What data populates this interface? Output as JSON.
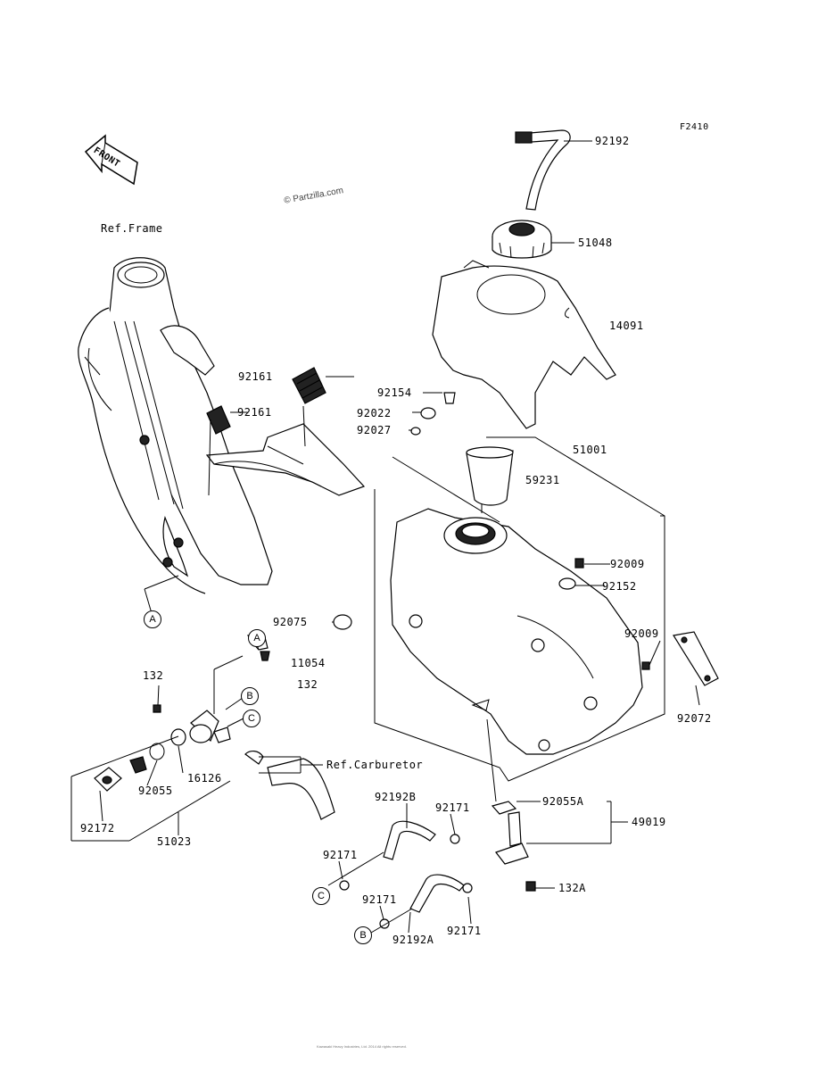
{
  "diagram": {
    "code": "F2410",
    "credit": "© Partzilla.com",
    "front_badge": "FRONT",
    "ref_labels": {
      "frame": "Ref.Frame",
      "carburetor": "Ref.Carburetor"
    },
    "circle_markers": [
      "A",
      "A",
      "B",
      "B",
      "C",
      "C"
    ],
    "footer_note": "Kawasaki Heavy Industries, Ltd. 2014 All rights reserved."
  },
  "parts": [
    {
      "id": "p-92192",
      "label": "92192"
    },
    {
      "id": "p-51048",
      "label": "51048"
    },
    {
      "id": "p-14091",
      "label": "14091"
    },
    {
      "id": "p-92161a",
      "label": "92161"
    },
    {
      "id": "p-92161b",
      "label": "92161"
    },
    {
      "id": "p-92154",
      "label": "92154"
    },
    {
      "id": "p-92022",
      "label": "92022"
    },
    {
      "id": "p-92027",
      "label": "92027"
    },
    {
      "id": "p-51001",
      "label": "51001"
    },
    {
      "id": "p-59231",
      "label": "59231"
    },
    {
      "id": "p-92009a",
      "label": "92009"
    },
    {
      "id": "p-92152",
      "label": "92152"
    },
    {
      "id": "p-92075",
      "label": "92075"
    },
    {
      "id": "p-92009b",
      "label": "92009"
    },
    {
      "id": "p-92072",
      "label": "92072"
    },
    {
      "id": "p-11054",
      "label": "11054"
    },
    {
      "id": "p-132a",
      "label": "132"
    },
    {
      "id": "p-132b",
      "label": "132"
    },
    {
      "id": "p-16126",
      "label": "16126"
    },
    {
      "id": "p-92055",
      "label": "92055"
    },
    {
      "id": "p-92172",
      "label": "92172"
    },
    {
      "id": "p-51023",
      "label": "51023"
    },
    {
      "id": "p-92192b",
      "label": "92192B"
    },
    {
      "id": "p-92171a",
      "label": "92171"
    },
    {
      "id": "p-92055a",
      "label": "92055A"
    },
    {
      "id": "p-49019",
      "label": "49019"
    },
    {
      "id": "p-92171b",
      "label": "92171"
    },
    {
      "id": "p-92171c",
      "label": "92171"
    },
    {
      "id": "p-132A",
      "label": "132A"
    },
    {
      "id": "p-92192a",
      "label": "92192A"
    },
    {
      "id": "p-92171d",
      "label": "92171"
    }
  ]
}
